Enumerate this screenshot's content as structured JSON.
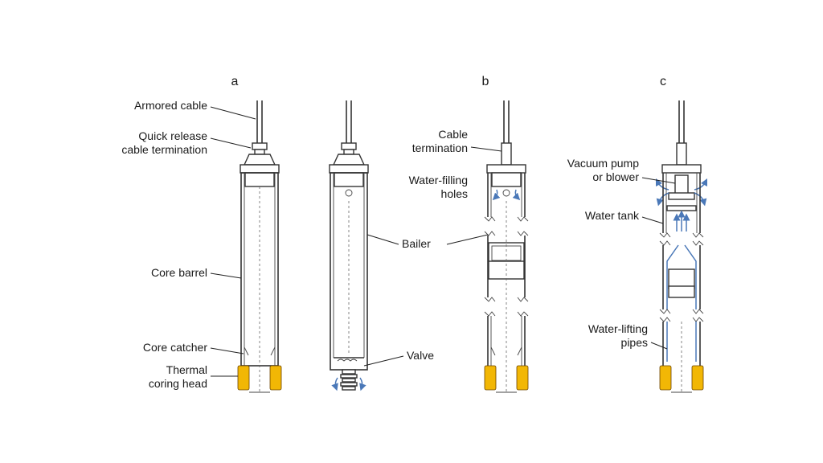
{
  "panels": [
    "a",
    "b",
    "c"
  ],
  "labels": {
    "armored_cable": "Armored cable",
    "quick_release_1": "Quick release",
    "quick_release_2": "cable termination",
    "core_barrel": "Core barrel",
    "core_catcher": "Core catcher",
    "thermal_1": "Thermal",
    "thermal_2": "coring head",
    "bailer": "Bailer",
    "valve": "Valve",
    "cable_term_1": "Cable",
    "cable_term_2": "termination",
    "water_filling_1": "Water-filling",
    "water_filling_2": "holes",
    "vacuum_1": "Vacuum pump",
    "vacuum_2": "or blower",
    "water_tank": "Water tank",
    "water_lifting_1": "Water-lifting",
    "water_lifting_2": "pipes"
  },
  "colors": {
    "line": "#333333",
    "water_flow": "#4a78b8",
    "coring_head": "#f2b705"
  }
}
